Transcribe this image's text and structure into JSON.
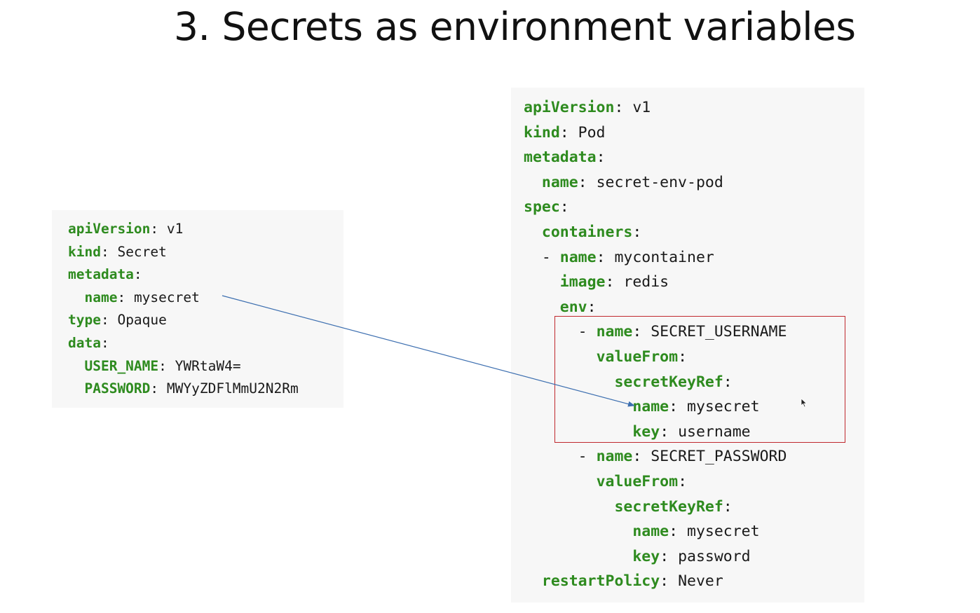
{
  "title": "3. Secrets as environment variables",
  "secret_yaml": {
    "lines": [
      {
        "indent": "",
        "dash": "",
        "key": "apiVersion",
        "value": "v1"
      },
      {
        "indent": "",
        "dash": "",
        "key": "kind",
        "value": "Secret"
      },
      {
        "indent": "",
        "dash": "",
        "key": "metadata",
        "value": ""
      },
      {
        "indent": "  ",
        "dash": "",
        "key": "name",
        "value": "mysecret"
      },
      {
        "indent": "",
        "dash": "",
        "key": "type",
        "value": "Opaque"
      },
      {
        "indent": "",
        "dash": "",
        "key": "data",
        "value": ""
      },
      {
        "indent": "  ",
        "dash": "",
        "key": "USER_NAME",
        "value": "YWRtaW4="
      },
      {
        "indent": "  ",
        "dash": "",
        "key": "PASSWORD",
        "value": "MWYyZDFlMmU2N2Rm"
      }
    ]
  },
  "pod_yaml": {
    "lines": [
      {
        "indent": "",
        "dash": "",
        "key": "apiVersion",
        "value": "v1"
      },
      {
        "indent": "",
        "dash": "",
        "key": "kind",
        "value": "Pod"
      },
      {
        "indent": "",
        "dash": "",
        "key": "metadata",
        "value": ""
      },
      {
        "indent": "  ",
        "dash": "",
        "key": "name",
        "value": "secret-env-pod"
      },
      {
        "indent": "",
        "dash": "",
        "key": "spec",
        "value": ""
      },
      {
        "indent": "  ",
        "dash": "",
        "key": "containers",
        "value": ""
      },
      {
        "indent": "  ",
        "dash": "- ",
        "key": "name",
        "value": "mycontainer"
      },
      {
        "indent": "    ",
        "dash": "",
        "key": "image",
        "value": "redis"
      },
      {
        "indent": "    ",
        "dash": "",
        "key": "env",
        "value": ""
      },
      {
        "indent": "      ",
        "dash": "- ",
        "key": "name",
        "value": "SECRET_USERNAME"
      },
      {
        "indent": "        ",
        "dash": "",
        "key": "valueFrom",
        "value": ""
      },
      {
        "indent": "          ",
        "dash": "",
        "key": "secretKeyRef",
        "value": ""
      },
      {
        "indent": "            ",
        "dash": "",
        "key": "name",
        "value": "mysecret"
      },
      {
        "indent": "            ",
        "dash": "",
        "key": "key",
        "value": "username"
      },
      {
        "indent": "      ",
        "dash": "- ",
        "key": "name",
        "value": "SECRET_PASSWORD"
      },
      {
        "indent": "        ",
        "dash": "",
        "key": "valueFrom",
        "value": ""
      },
      {
        "indent": "          ",
        "dash": "",
        "key": "secretKeyRef",
        "value": ""
      },
      {
        "indent": "            ",
        "dash": "",
        "key": "name",
        "value": "mysecret"
      },
      {
        "indent": "            ",
        "dash": "",
        "key": "key",
        "value": "password"
      },
      {
        "indent": "  ",
        "dash": "",
        "key": "restartPolicy",
        "value": "Never"
      }
    ]
  },
  "colors": {
    "yaml_key": "#2e8b1f",
    "highlight_border": "#c0282d",
    "arrow": "#3d6fb0"
  },
  "icons": {
    "cursor": "mouse-pointer-icon"
  }
}
